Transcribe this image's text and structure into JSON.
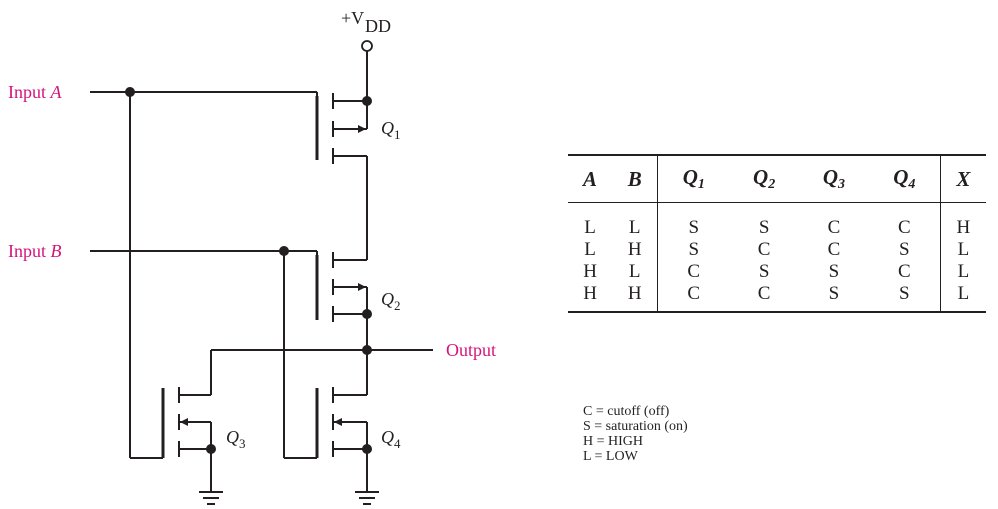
{
  "circuit": {
    "supply_label": "+V",
    "supply_subscript": "DD",
    "input_a_label": "Input ",
    "input_a_var": "A",
    "input_b_label": "Input ",
    "input_b_var": "B",
    "output_label": "Output",
    "transistors": [
      {
        "label": "Q",
        "sub": "1"
      },
      {
        "label": "Q",
        "sub": "2"
      },
      {
        "label": "Q",
        "sub": "3"
      },
      {
        "label": "Q",
        "sub": "4"
      }
    ],
    "colors": {
      "wire": "#231f20",
      "input_labels": "#d4147a"
    }
  },
  "truth_table": {
    "headers": [
      {
        "var": "A",
        "sub": ""
      },
      {
        "var": "B",
        "sub": ""
      },
      {
        "var": "Q",
        "sub": "1"
      },
      {
        "var": "Q",
        "sub": "2"
      },
      {
        "var": "Q",
        "sub": "3"
      },
      {
        "var": "Q",
        "sub": "4"
      },
      {
        "var": "X",
        "sub": ""
      }
    ],
    "rows": [
      [
        "L",
        "L",
        "S",
        "S",
        "C",
        "C",
        "H"
      ],
      [
        "L",
        "H",
        "S",
        "C",
        "C",
        "S",
        "L"
      ],
      [
        "H",
        "L",
        "C",
        "S",
        "S",
        "C",
        "L"
      ],
      [
        "H",
        "H",
        "C",
        "C",
        "S",
        "S",
        "L"
      ]
    ]
  },
  "legend": [
    "C = cutoff (off)",
    "S = saturation (on)",
    "H = HIGH",
    "L = LOW"
  ]
}
